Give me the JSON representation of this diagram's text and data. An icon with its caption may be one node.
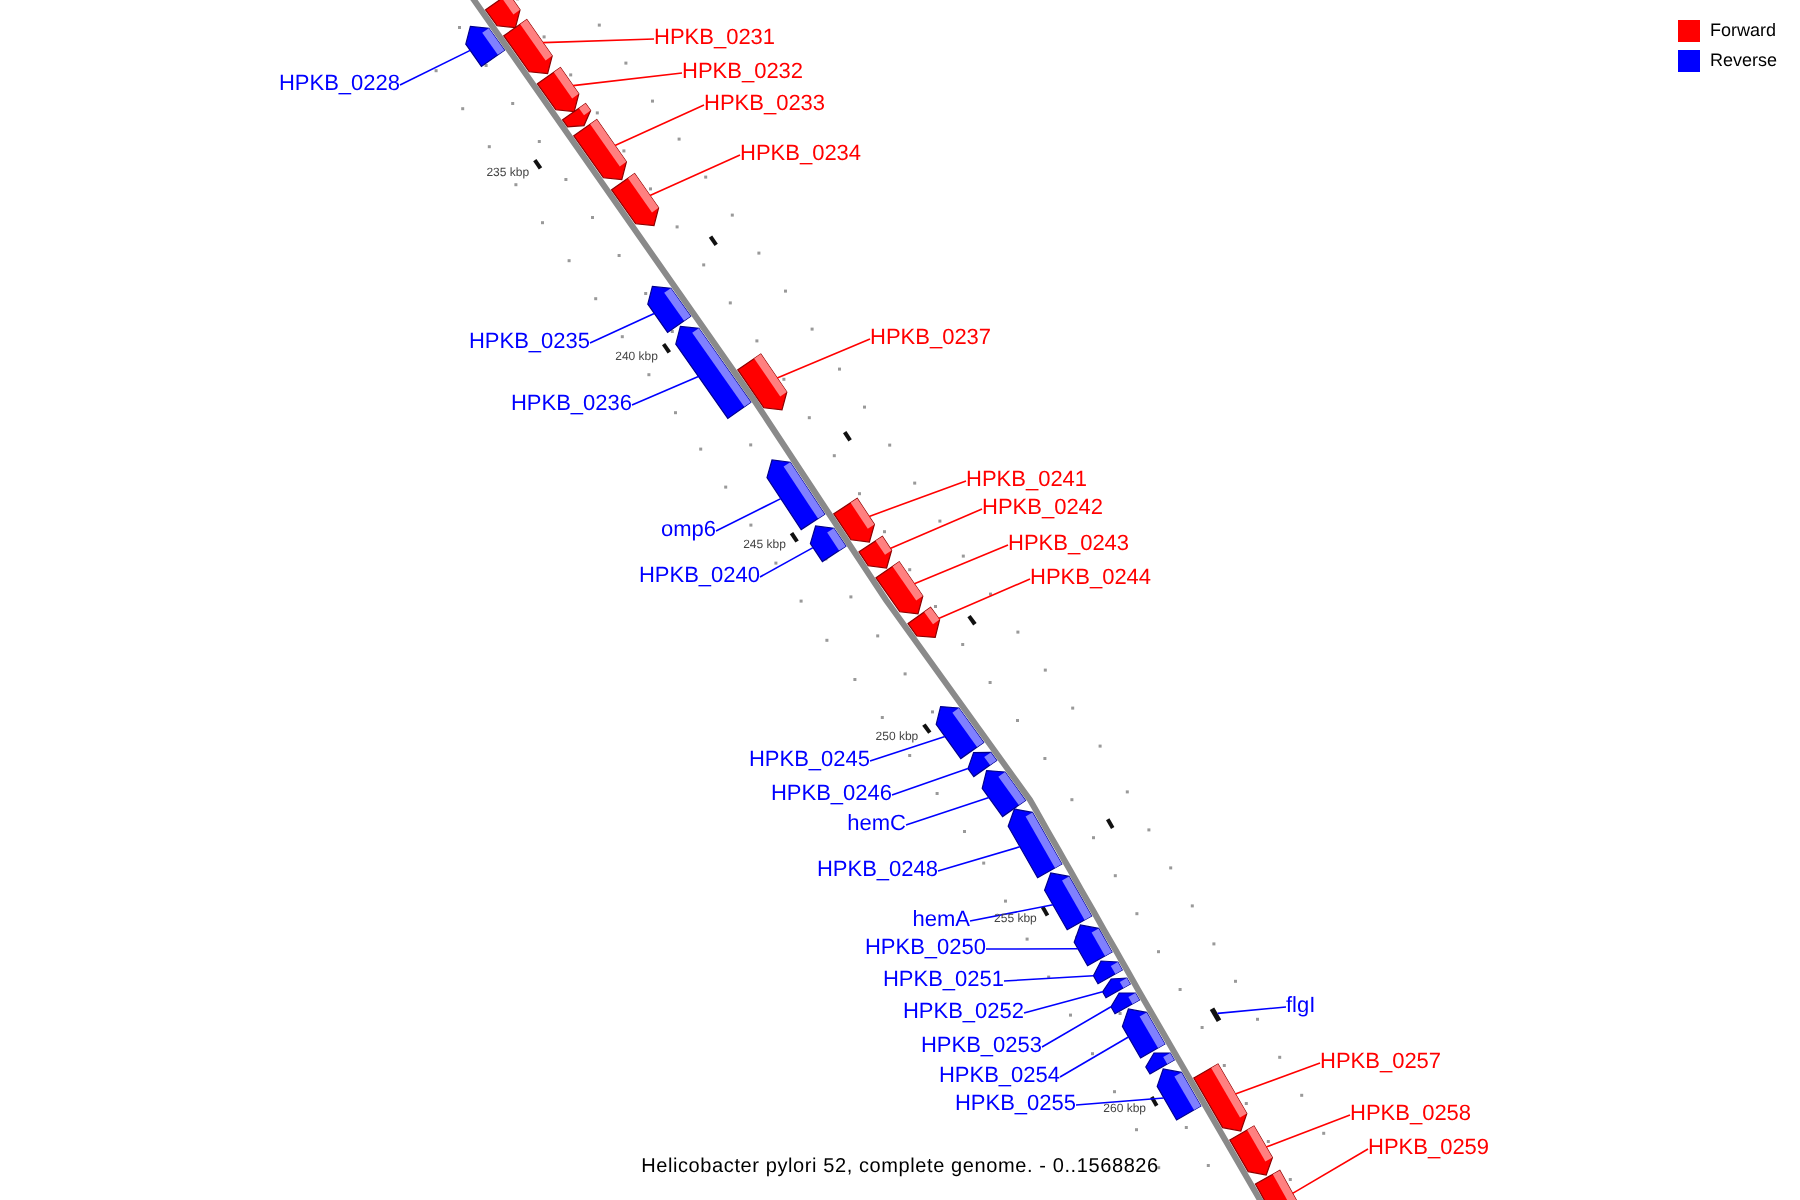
{
  "diagram": {
    "caption": "Helicobacter pylori 52, complete genome. - 0..1568826",
    "nodes": [
      {
        "text": [],
        "shape": "block"
      },
      {
        "text": [],
        "shape": "block"
      },
      {
        "text": [],
        "shape": "block"
      },
      {
        "text": [],
        "shape": "block"
      },
      {
        "text": [],
        "shape": "block"
      },
      {
        "text": [],
        "shape": "block"
      },
      {
        "text": [],
        "shape": "block"
      },
      {
        "text": [],
        "shape": "block"
      },
      {
        "text": [],
        "shape": "block"
      },
      {
        "text": [],
        "shape": "block"
      },
      {
        "text": [],
        "shape": "block"
      },
      {
        "text": [],
        "shape": "block"
      },
      {
        "text": [],
        "shape": "block"
      },
      {
        "text": [],
        "shape": "block"
      },
      {
        "text": [],
        "shape": "block"
      },
      {
        "text": [],
        "shape": "block"
      },
      {
        "text": [],
        "shape": "block"
      },
      {
        "text": [],
        "shape": "block"
      },
      {
        "text": [],
        "shape": "block"
      },
      {
        "text": [],
        "shape": "block"
      },
      {
        "text": [],
        "shape": "block"
      },
      {
        "text": [],
        "shape": "block"
      },
      {
        "text": [],
        "shape": "block"
      },
      {
        "text": [],
        "shape": "block"
      },
      {
        "text": [],
        "shape": "block"
      },
      {
        "text": [],
        "shape": "block"
      },
      {
        "text": [],
        "shape": "block"
      },
      {
        "text": [],
        "shape": "block"
      },
      {
        "text": [],
        "shape": "bar"
      },
      {
        "text": [],
        "shape": "block"
      },
      {
        "text": [],
        "shape": "block"
      },
      {
        "text": [],
        "shape": "block"
      },
      {
        "text": [
          "HPKB_0228"
        ]
      },
      {
        "text": [
          "HPKB_0231"
        ]
      },
      {
        "text": [
          "HPKB_0232"
        ]
      },
      {
        "text": [
          "HPKB_0233"
        ]
      },
      {
        "text": [
          "HPKB_0234"
        ]
      },
      {
        "text": [
          "HPKB_0235"
        ]
      },
      {
        "text": [
          "HPKB_0236"
        ]
      },
      {
        "text": [
          "HPKB_0237"
        ]
      },
      {
        "text": [
          "omp6"
        ]
      },
      {
        "text": [
          "HPKB_0240"
        ]
      },
      {
        "text": [
          "HPKB_0241"
        ]
      },
      {
        "text": [
          "HPKB_0242"
        ]
      },
      {
        "text": [
          "HPKB_0243"
        ]
      },
      {
        "text": [
          "HPKB_0244"
        ]
      },
      {
        "text": [
          "HPKB_0245"
        ]
      },
      {
        "text": [
          "HPKB_0246"
        ]
      },
      {
        "text": [
          "hemC"
        ]
      },
      {
        "text": [
          "HPKB_0248"
        ]
      },
      {
        "text": [
          "hemA"
        ]
      },
      {
        "text": [
          "HPKB_0250"
        ]
      },
      {
        "text": [
          "HPKB_0251"
        ]
      },
      {
        "text": [
          "HPKB_0252"
        ]
      },
      {
        "text": [
          "HPKB_0253"
        ]
      },
      {
        "text": [
          "HPKB_0254"
        ]
      },
      {
        "text": [
          "HPKB_0255"
        ]
      },
      {
        "text": [
          "flgI"
        ]
      },
      {
        "text": [
          "HPKB_0257"
        ]
      },
      {
        "text": [
          "HPKB_0258"
        ]
      },
      {
        "text": [
          "HPKB_0259"
        ]
      }
    ],
    "edges": [
      {
        "from": 32,
        "to": 0,
        "arrow": "none",
        "color": "#0000ff"
      },
      {
        "from": 33,
        "to": 2,
        "arrow": "none",
        "color": "#ff0000"
      },
      {
        "from": 34,
        "to": 3,
        "arrow": "none",
        "color": "#ff0000"
      },
      {
        "from": 35,
        "to": 5,
        "arrow": "none",
        "color": "#ff0000"
      },
      {
        "from": 36,
        "to": 6,
        "arrow": "none",
        "color": "#ff0000"
      },
      {
        "from": 37,
        "to": 7,
        "arrow": "none",
        "color": "#0000ff"
      },
      {
        "from": 38,
        "to": 8,
        "arrow": "none",
        "color": "#0000ff"
      },
      {
        "from": 39,
        "to": 9,
        "arrow": "none",
        "color": "#ff0000"
      },
      {
        "from": 40,
        "to": 10,
        "arrow": "none",
        "color": "#0000ff"
      },
      {
        "from": 41,
        "to": 11,
        "arrow": "none",
        "color": "#0000ff"
      },
      {
        "from": 42,
        "to": 12,
        "arrow": "none",
        "color": "#ff0000"
      },
      {
        "from": 43,
        "to": 13,
        "arrow": "none",
        "color": "#ff0000"
      },
      {
        "from": 44,
        "to": 14,
        "arrow": "none",
        "color": "#ff0000"
      },
      {
        "from": 45,
        "to": 15,
        "arrow": "none",
        "color": "#ff0000"
      },
      {
        "from": 46,
        "to": 16,
        "arrow": "none",
        "color": "#0000ff"
      },
      {
        "from": 47,
        "to": 17,
        "arrow": "none",
        "color": "#0000ff"
      },
      {
        "from": 48,
        "to": 18,
        "arrow": "none",
        "color": "#0000ff"
      },
      {
        "from": 49,
        "to": 19,
        "arrow": "none",
        "color": "#0000ff"
      },
      {
        "from": 50,
        "to": 20,
        "arrow": "none",
        "color": "#0000ff"
      },
      {
        "from": 51,
        "to": 21,
        "arrow": "none",
        "color": "#0000ff"
      },
      {
        "from": 52,
        "to": 22,
        "arrow": "none",
        "color": "#0000ff"
      },
      {
        "from": 53,
        "to": 23,
        "arrow": "none",
        "color": "#0000ff"
      },
      {
        "from": 54,
        "to": 24,
        "arrow": "none",
        "color": "#0000ff"
      },
      {
        "from": 55,
        "to": 25,
        "arrow": "none",
        "color": "#0000ff"
      },
      {
        "from": 56,
        "to": 27,
        "arrow": "none",
        "color": "#0000ff"
      },
      {
        "from": 57,
        "to": 28,
        "arrow": "none",
        "color": "#0000ff"
      },
      {
        "from": 58,
        "to": 29,
        "arrow": "none",
        "color": "#ff0000"
      },
      {
        "from": 59,
        "to": 30,
        "arrow": "none",
        "color": "#ff0000"
      },
      {
        "from": 60,
        "to": 31,
        "arrow": "none",
        "color": "#ff0000"
      }
    ],
    "labels": [
      "235 kbp",
      "240 kbp",
      "245 kbp",
      "250 kbp",
      "255 kbp",
      "260 kbp"
    ],
    "legend": [
      {
        "text": "Forward",
        "color": "#ff0000"
      },
      {
        "text": "Reverse",
        "color": "#0000ff"
      }
    ]
  }
}
